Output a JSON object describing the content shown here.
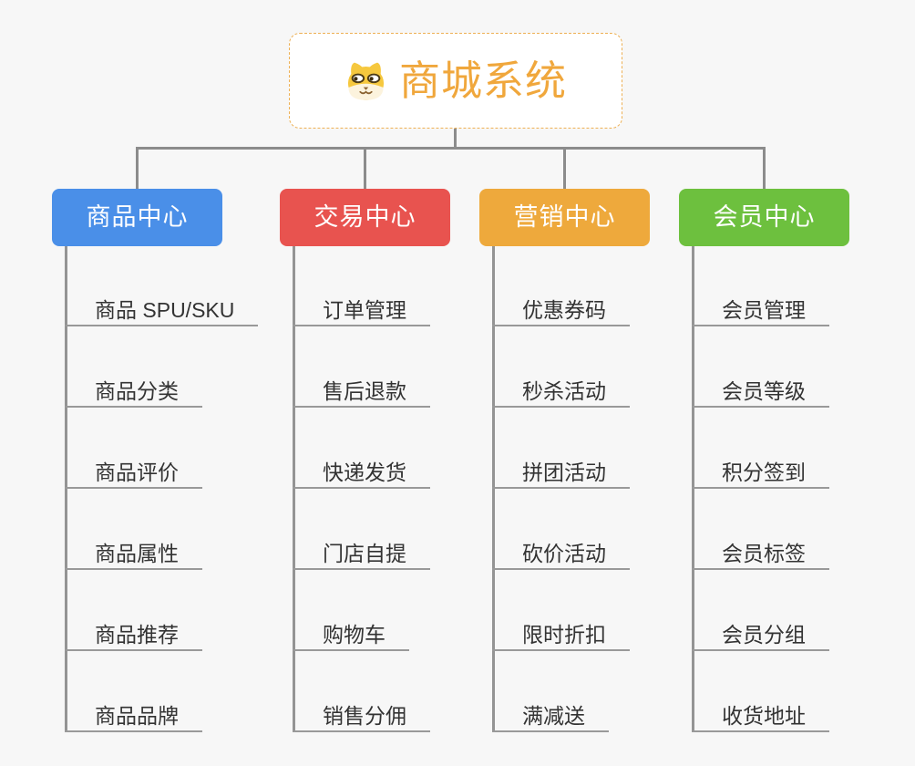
{
  "root": {
    "title": "商城系统",
    "icon": "shiba-dog-icon",
    "title_color": "#F0A73C",
    "border_color": "#EDB054"
  },
  "branches": [
    {
      "label": "商品中心",
      "color": "#4A8FE8",
      "children": [
        "商品 SPU/SKU",
        "商品分类",
        "商品评价",
        "商品属性",
        "商品推荐",
        "商品品牌"
      ]
    },
    {
      "label": "交易中心",
      "color": "#E8534F",
      "children": [
        "订单管理",
        "售后退款",
        "快递发货",
        "门店自提",
        "购物车",
        "销售分佣"
      ]
    },
    {
      "label": "营销中心",
      "color": "#EEA93C",
      "children": [
        "优惠券码",
        "秒杀活动",
        "拼团活动",
        "砍价活动",
        "限时折扣",
        "满减送"
      ]
    },
    {
      "label": "会员中心",
      "color": "#6DC03E",
      "children": [
        "会员管理",
        "会员等级",
        "积分签到",
        "会员标签",
        "会员分组",
        "收货地址"
      ]
    }
  ],
  "style": {
    "background": "#F7F7F7",
    "connector_color": "#8C8C8C",
    "underline_color": "#999999",
    "leaf_text_color": "#333333",
    "header_text_color": "#FFFFFF"
  }
}
